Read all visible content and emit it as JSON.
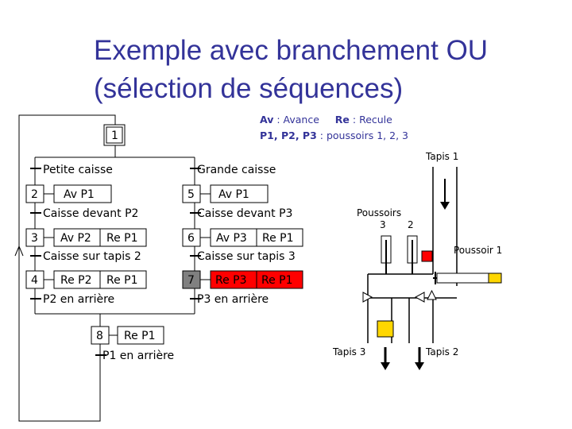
{
  "title": {
    "line1": "Exemple avec branchement OU",
    "line2": "(sélection de séquences)"
  },
  "legend": {
    "av_key": "Av",
    "av_text": ": Avance",
    "re_key": "Re",
    "re_text": ": Recule",
    "p_key": "P1, P2, P3",
    "p_text": ": poussoirs 1, 2, 3"
  },
  "grafcet": {
    "initial_step": "1",
    "t_left": "Petite caisse",
    "t_right": "Grande caisse",
    "step2": {
      "num": "2",
      "actions": [
        "Av P1"
      ]
    },
    "t2": "Caisse devant P2",
    "step3": {
      "num": "3",
      "actions": [
        "Av P2",
        "Re P1"
      ]
    },
    "t3": "Caisse sur tapis 2",
    "step4": {
      "num": "4",
      "actions": [
        "Re P2",
        "Re P1"
      ]
    },
    "t4": "P2 en arrière",
    "step5": {
      "num": "5",
      "actions": [
        "Av P1"
      ]
    },
    "t5": "Caisse devant P3",
    "step6": {
      "num": "6",
      "actions": [
        "Av P3",
        "Re P1"
      ]
    },
    "t6": "Caisse sur tapis 3",
    "step7": {
      "num": "7",
      "actions": [
        "Re P3",
        "Re P1"
      ]
    },
    "t7": "P3 en arrière",
    "step8": {
      "num": "8",
      "actions": [
        "Re P1"
      ]
    },
    "t8": "P1 en arrière"
  },
  "scheme": {
    "tapis1": "Tapis 1",
    "poussoirs": "Poussoirs",
    "p3": "3",
    "p2": "2",
    "poussoir1": "Poussoir 1",
    "tapis3": "Tapis 3",
    "tapis2": "Tapis 2"
  },
  "colors": {
    "title": "#333399",
    "active_step": "#808080",
    "active_action": "#ff0000",
    "box_red": "#ff0000",
    "box_yellow": "#ffd700",
    "box_gray": "#d9d9d9"
  }
}
